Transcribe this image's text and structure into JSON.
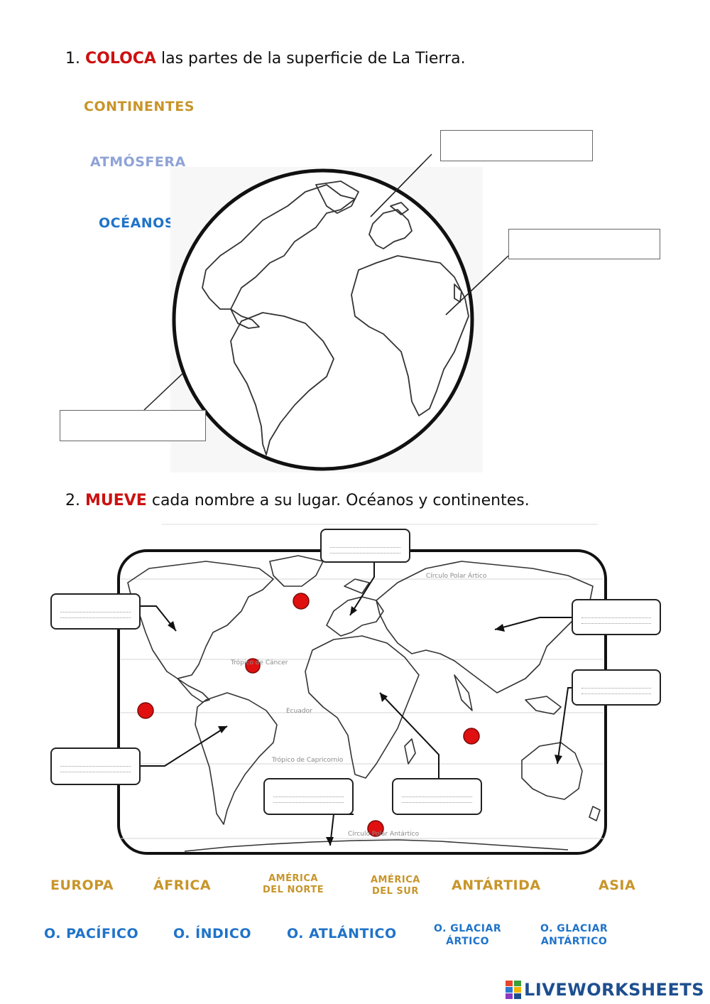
{
  "section1": {
    "number": "1.",
    "verb": "COLOCA",
    "rest": "las partes de la superficie de La Tierra.",
    "words": [
      "CONTINENTES",
      "ATMÓSFERA",
      "OCÉANOS"
    ],
    "colors": {
      "continentes": "#c8952a",
      "atmosfera": "#8fa3d6",
      "oceanos": "#1f73c9"
    }
  },
  "section2": {
    "number": "2.",
    "verb": "MUEVE",
    "rest": "cada nombre a su lugar. Océanos y continentes.",
    "map_labels": {
      "polar_artico": "Círculo Polar Ártico",
      "cancer": "Trópico de Cáncer",
      "ecuador": "Ecuador",
      "capricornio": "Trópico de Capricornio",
      "polar_antartico": "Círculo Polar Antártico"
    },
    "continents": [
      {
        "line1": "EUROPA",
        "line2": ""
      },
      {
        "line1": "ÁFRICA",
        "line2": ""
      },
      {
        "line1": "AMÉRICA",
        "line2": "DEL NORTE"
      },
      {
        "line1": "AMÉRICA",
        "line2": "DEL SUR"
      },
      {
        "line1": "ANTÁRTIDA",
        "line2": ""
      },
      {
        "line1": "ASIA",
        "line2": ""
      }
    ],
    "oceans": [
      {
        "line1": "O. PACÍFICO",
        "line2": ""
      },
      {
        "line1": "O. ÍNDICO",
        "line2": ""
      },
      {
        "line1": "O. ATLÁNTICO",
        "line2": ""
      },
      {
        "line1": "O. GLACIAR",
        "line2": "ÁRTICO"
      },
      {
        "line1": "O. GLACIAR",
        "line2": "ANTÁRTICO"
      }
    ],
    "colors": {
      "continents": "#c8952a",
      "oceans": "#1f73c9",
      "dot": "#e01010"
    }
  },
  "logo": {
    "text": "LIVEWORKSHEETS",
    "icon": "liveworksheets-logo-icon"
  }
}
